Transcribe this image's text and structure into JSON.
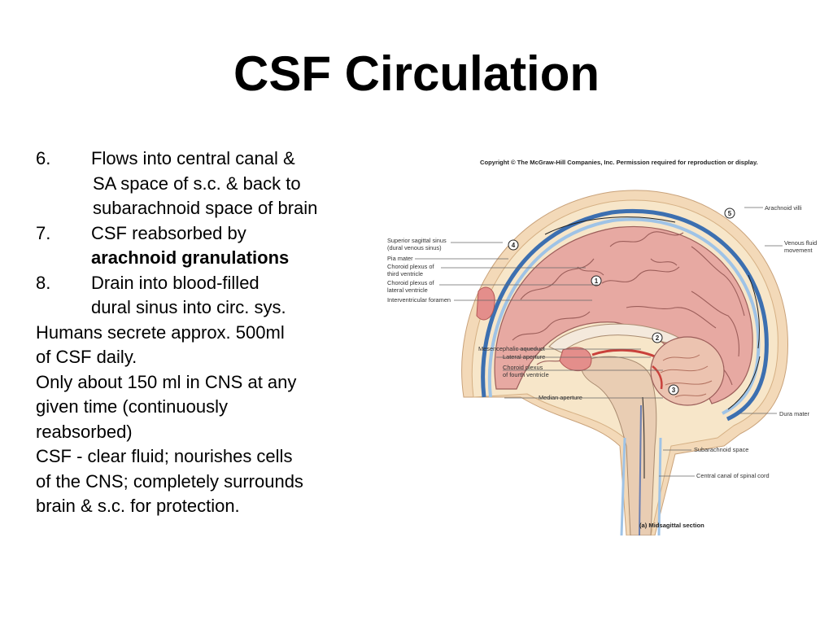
{
  "slide": {
    "title": "CSF Circulation"
  },
  "points": {
    "p6_num": "6.",
    "p6_l1": "Flows into central canal &",
    "p6_l2": "SA space of s.c. & back to",
    "p6_l3": "subarachnoid space of brain",
    "p7_num": "7.",
    "p7_l1": "CSF reabsorbed by",
    "p7_l2": "arachnoid granulations",
    "p8_num": "8.",
    "p8_l1": "Drain into blood-filled",
    "p8_l2": "dural sinus into circ. sys.",
    "n1_l1": "Humans secrete approx. 500ml",
    "n1_l2": "of CSF daily.",
    "n2_l1": "Only about 150 ml in CNS at any",
    "n2_l2": "given time (continuously",
    "n2_l3": "reabsorbed)",
    "n3_l1": "CSF - clear fluid; nourishes cells",
    "n3_l2": "of the CNS; completely surrounds",
    "n3_l3": "brain & s.c. for protection."
  },
  "figure": {
    "copyright": "Copyright © The McGraw-Hill Companies, Inc. Permission required for reproduction or display.",
    "caption": "(a) Midsagittal section",
    "labels": {
      "arachnoid_villi": "Arachnoid villi",
      "venous_l1": "Venous fluid",
      "venous_l2": "movement",
      "sss_l1": "Superior sagittal sinus",
      "sss_l2": "(dural venous sinus)",
      "pia": "Pia mater",
      "cp3_l1": "Choroid plexus of",
      "cp3_l2": "third ventricle",
      "cplv_l1": "Choroid plexus of",
      "cplv_l2": "lateral ventricle",
      "iv_foramen": "Interventricular foramen",
      "aqueduct": "Mesencephalic aqueduct",
      "lateral_aperture": "Lateral aperture",
      "cp4_l1": "Choroid plexus",
      "cp4_l2": "of fourth ventricle",
      "median_aperture": "Median aperture",
      "dura": "Dura mater",
      "sa_space": "Subarachnoid space",
      "central_canal": "Central canal of spinal cord"
    },
    "steps": [
      "1",
      "2",
      "3",
      "4",
      "5"
    ]
  }
}
